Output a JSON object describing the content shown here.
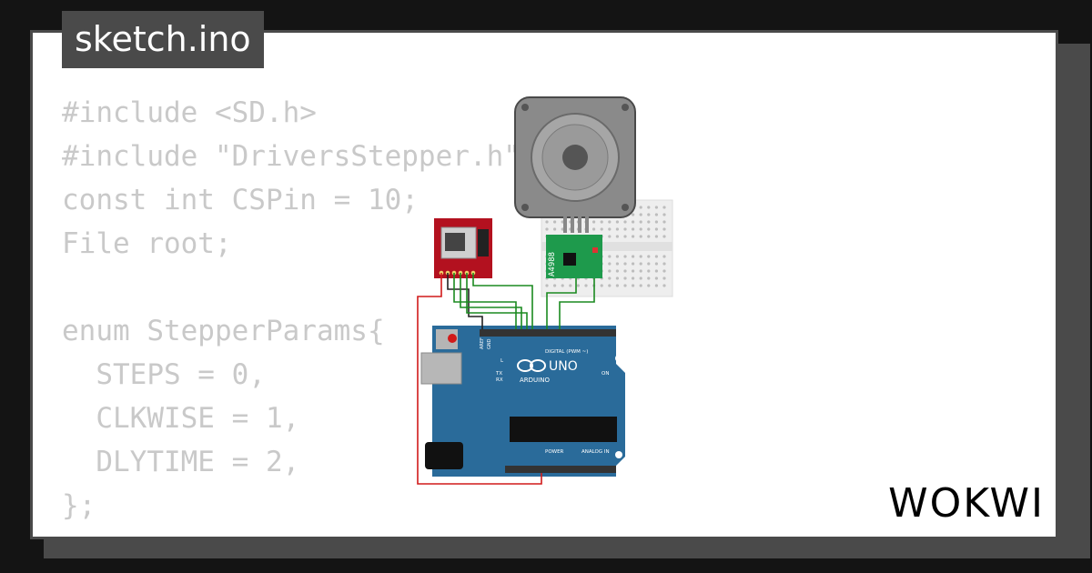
{
  "file_name": "sketch.ino",
  "code_lines": [
    "#include <SD.h>",
    "#include \"DriversStepper.h\"",
    "const int CSPin = 10;",
    "File root;",
    "",
    "enum StepperParams{",
    "  STEPS = 0,",
    "  CLKWISE = 1,",
    "  DLYTIME = 2,",
    "};"
  ],
  "arduino": {
    "brand": "ARDUINO",
    "model": "UNO",
    "digital_label": "DIGITAL (PWM ~)",
    "power_label": "POWER",
    "analog_label": "ANALOG IN",
    "aref_label": "AREF",
    "gnd_label": "GND",
    "on_label": "ON",
    "l_label": "L",
    "tx_label": "TX",
    "rx_label": "RX"
  },
  "driver": {
    "label": "A4988"
  },
  "logo": "WOKWI",
  "colors": {
    "background": "#141414",
    "card": "#ffffff",
    "frame": "#4a4a4a",
    "code_text": "#c9c9c9",
    "arduino_board": "#2a6b9a",
    "sd_board": "#b3111f",
    "driver_board": "#1e9a4c",
    "wire_green": "#1b8a20",
    "wire_red": "#d11a1a"
  }
}
